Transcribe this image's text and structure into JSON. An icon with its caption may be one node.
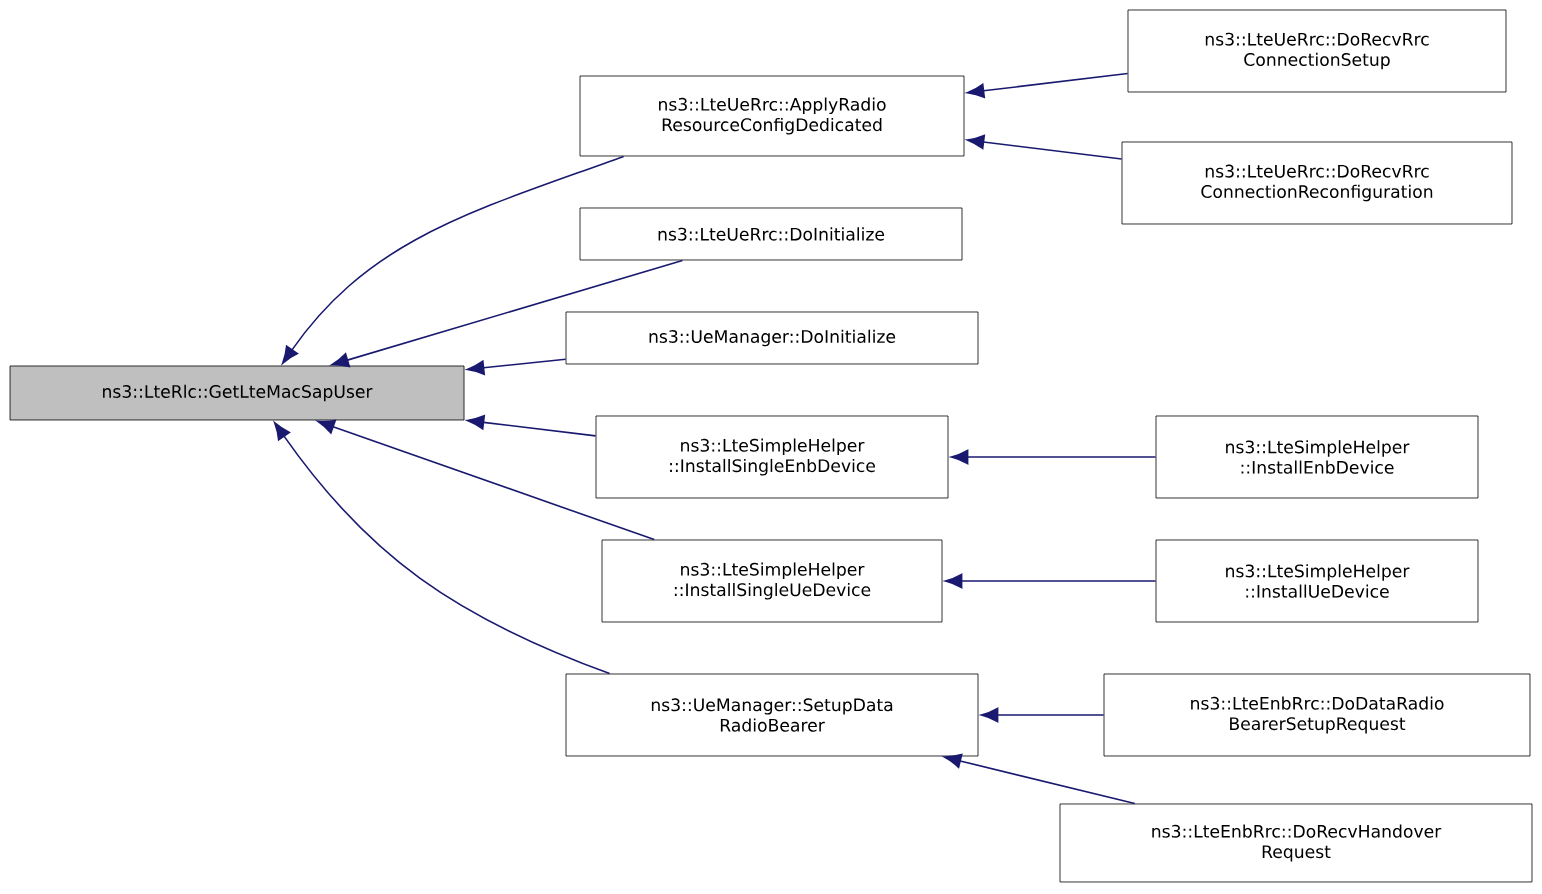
{
  "diagram": {
    "nodes": [
      {
        "text": [
          "ns3::LteRlc::GetLteMacSapUser"
        ]
      },
      {
        "text": [
          "ns3::LteUeRrc::ApplyRadio ResourceConfigDedicated"
        ]
      },
      {
        "text": [
          "ns3::LteUeRrc::DoRecvRrc ConnectionSetup"
        ]
      },
      {
        "text": [
          "ns3::LteUeRrc::DoRecvRrc ConnectionReconfiguration"
        ]
      },
      {
        "text": [
          "ns3::LteUeRrc::DoInitialize"
        ]
      },
      {
        "text": [
          "ns3::UeManager::DoInitialize"
        ]
      },
      {
        "text": [
          "ns3::LteSimpleHelper ::InstallSingleEnbDevice"
        ]
      },
      {
        "text": [
          "ns3::LteSimpleHelper ::InstallEnbDevice"
        ]
      },
      {
        "text": [
          "ns3::LteSimpleHelper ::InstallSingleUeDevice"
        ]
      },
      {
        "text": [
          "ns3::LteSimpleHelper ::InstallUeDevice"
        ]
      },
      {
        "text": [
          "ns3::UeManager::SetupData RadioBearer"
        ]
      },
      {
        "text": [
          "ns3::LteEnbRrc::DoDataRadio BearerSetupRequest"
        ]
      },
      {
        "text": [
          "ns3::LteEnbRrc::DoRecvHandover Request"
        ]
      }
    ],
    "edges": [
      {
        "from": 1,
        "to": 0,
        "arrow": "to"
      },
      {
        "from": 4,
        "to": 0,
        "arrow": "to"
      },
      {
        "from": 5,
        "to": 0,
        "arrow": "to"
      },
      {
        "from": 6,
        "to": 0,
        "arrow": "to"
      },
      {
        "from": 8,
        "to": 0,
        "arrow": "to"
      },
      {
        "from": 10,
        "to": 0,
        "arrow": "to"
      },
      {
        "from": 2,
        "to": 1,
        "arrow": "to"
      },
      {
        "from": 3,
        "to": 1,
        "arrow": "to"
      },
      {
        "from": 7,
        "to": 6,
        "arrow": "to"
      },
      {
        "from": 9,
        "to": 8,
        "arrow": "to"
      },
      {
        "from": 11,
        "to": 10,
        "arrow": "to"
      },
      {
        "from": 12,
        "to": 10,
        "arrow": "to"
      }
    ]
  }
}
